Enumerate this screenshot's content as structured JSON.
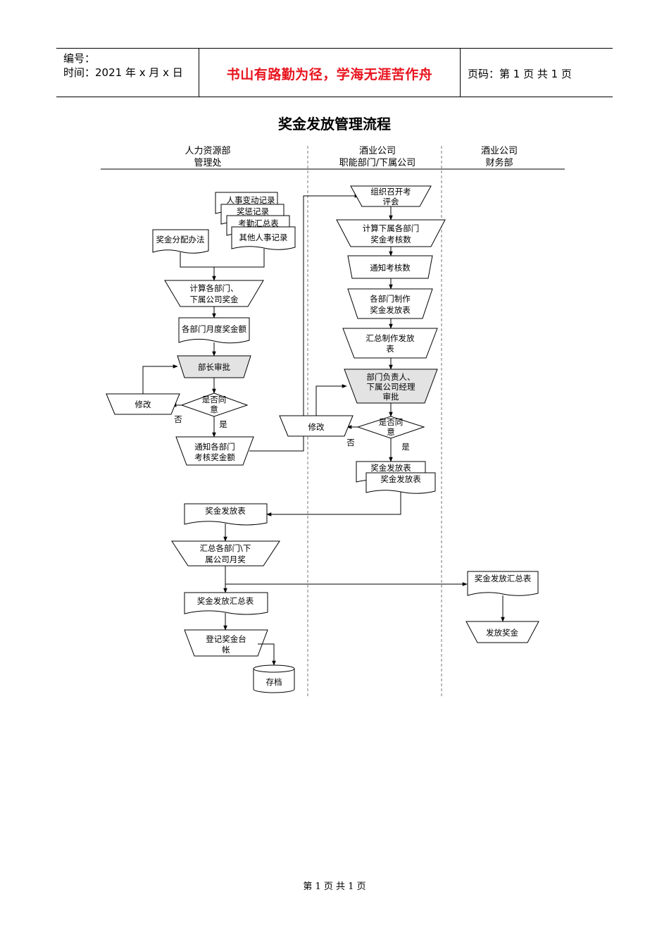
{
  "header": {
    "number_label": "编号：",
    "time_label": "时间：2021 年 x 月 x 日",
    "motto": "书山有路勤为径，学海无涯苦作舟",
    "page_info": "页码：第 1 页  共 1 页"
  },
  "title": "奖金发放管理流程",
  "lanes": [
    {
      "line1": "人力资源部",
      "line2": "管理处"
    },
    {
      "line1": "酒业公司",
      "line2": "职能部门/下属公司"
    },
    {
      "line1": "酒业公司",
      "line2": "财务部"
    }
  ],
  "nodes": {
    "personnel_change": "人事变动记录",
    "reward_punish": "奖惩记录",
    "attendance": "考勤汇总表",
    "other_records": "其他人事记录",
    "bonus_method": "奖金分配办法",
    "calc_bonus_1": "计算各部门、",
    "calc_bonus_2": "下属公司奖金",
    "monthly_bonus": "各部门月度奖金额",
    "minister_approve": "部长审批",
    "agree_1_1": "是否同",
    "agree_1_2": "意",
    "modify_1": "修改",
    "no_1": "否",
    "yes_1": "是",
    "notify_bonus_1": "通知各部门",
    "notify_bonus_2": "考核奖金额",
    "meeting_1": "组织召开考",
    "meeting_2": "评会",
    "calc_score_1": "计算下属各部门",
    "calc_score_2": "奖金考核数",
    "notify_score": "通知考核数",
    "dept_make_1": "各部门制作",
    "dept_make_2": "奖金发放表",
    "summary_make_1": "汇总制作发放",
    "summary_make_2": "表",
    "leader_approve_1": "部门负责人、",
    "leader_approve_2": "下属公司经理",
    "leader_approve_3": "审批",
    "agree_2_1": "是否同",
    "agree_2_2": "意",
    "modify_2": "修改",
    "no_2": "否",
    "yes_2": "是",
    "payout_sheet_a": "奖金发放表",
    "payout_sheet_b": "奖金发放表",
    "payout_sheet_hr": "奖金发放表",
    "summary_monthly_1": "汇总各部门\\下",
    "summary_monthly_2": "属公司月奖",
    "summary_table_hr": "奖金发放汇总表",
    "register_1": "登记奖金台",
    "register_2": "帐",
    "archive": "存档",
    "summary_table_fin": "奖金发放汇总表",
    "pay_bonus": "发放奖金"
  },
  "footer": "第 1 页 共 1 页"
}
